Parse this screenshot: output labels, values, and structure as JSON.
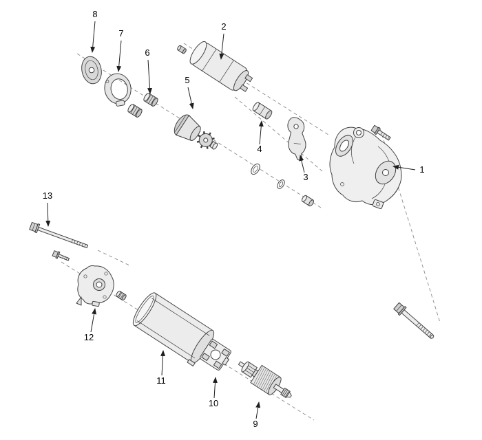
{
  "page": {
    "background": "#ffffff"
  },
  "diagram": {
    "line_color": "#3f3f3f",
    "dash_color": "#8a8a8a",
    "fill_color": "#ececec",
    "callouts": [
      {
        "label": "1",
        "part": "front-housing"
      },
      {
        "label": "2",
        "part": "solenoid-switch"
      },
      {
        "label": "3",
        "part": "shift-lever"
      },
      {
        "label": "4",
        "part": "plunger"
      },
      {
        "label": "5",
        "part": "overrunning-clutch-pinion"
      },
      {
        "label": "6",
        "part": "nut-pair"
      },
      {
        "label": "7",
        "part": "bracket-plate"
      },
      {
        "label": "8",
        "part": "cover-disc"
      },
      {
        "label": "9",
        "part": "armature"
      },
      {
        "label": "10",
        "part": "brush-holder"
      },
      {
        "label": "11",
        "part": "yoke-cylinder"
      },
      {
        "label": "12",
        "part": "rear-bracket"
      },
      {
        "label": "13",
        "part": "through-bolt"
      }
    ]
  }
}
